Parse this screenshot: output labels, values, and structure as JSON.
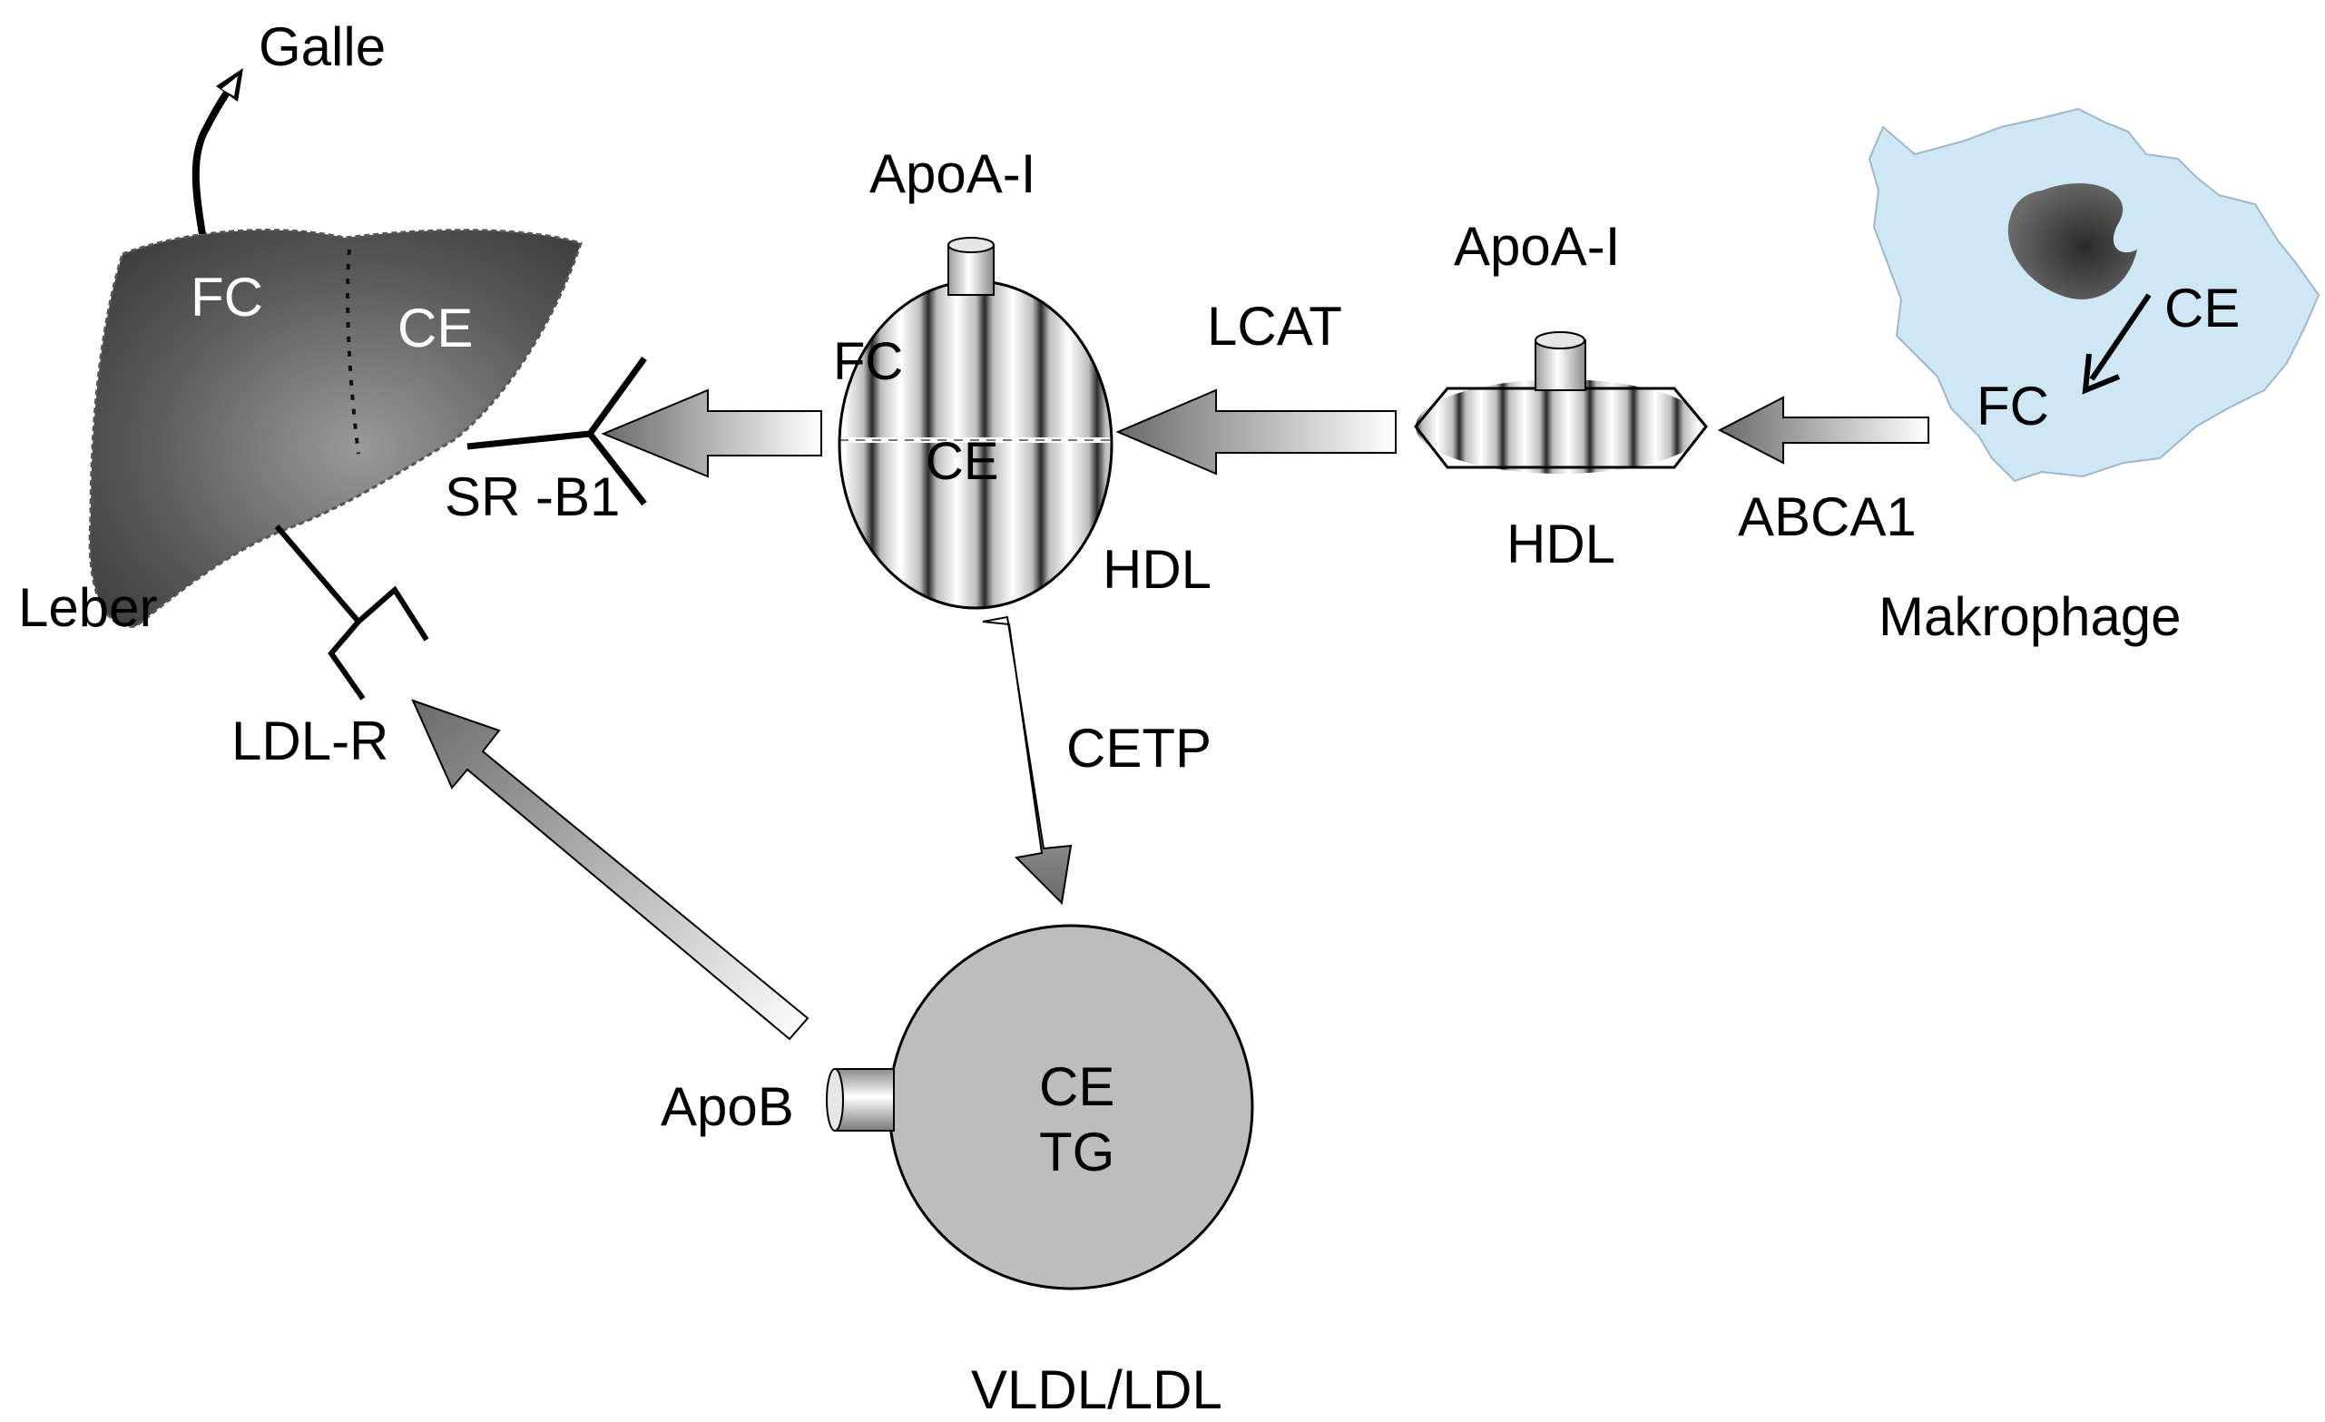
{
  "labels": {
    "galle": "Galle",
    "leber": "Leber",
    "liver_fc": "FC",
    "liver_ce": "CE",
    "sr_b1": "SR -B1",
    "ldl_r": "LDL-R",
    "apoa1_mature": "ApoA-I",
    "hdl_fc": "FC",
    "hdl_ce": "CE",
    "hdl_mature": "HDL",
    "lcat": "LCAT",
    "apoa1_nascent": "ApoA-I",
    "hdl_nascent": "HDL",
    "abca1": "ABCA1",
    "macrophage_ce": "CE",
    "macrophage_fc": "FC",
    "makrophage": "Makrophage",
    "cetp": "CETP",
    "apob": "ApoB",
    "vldl_ce": "CE",
    "vldl_tg": "TG",
    "vldl_ldl": "VLDL/LDL"
  },
  "colors": {
    "liver_dark": "#4a4a4a",
    "liver_light": "#8a8a8a",
    "macrophage_fill": "#cfe6f5",
    "nucleus": "#3a3a3a",
    "vldl_fill": "#bdbdbd",
    "arrow_dark": "#6f6f6f",
    "arrow_light": "#ffffff"
  },
  "icons": {
    "liver": "liver-organ",
    "macrophage": "macrophage-cell",
    "receptor": "receptor-y-shape"
  }
}
